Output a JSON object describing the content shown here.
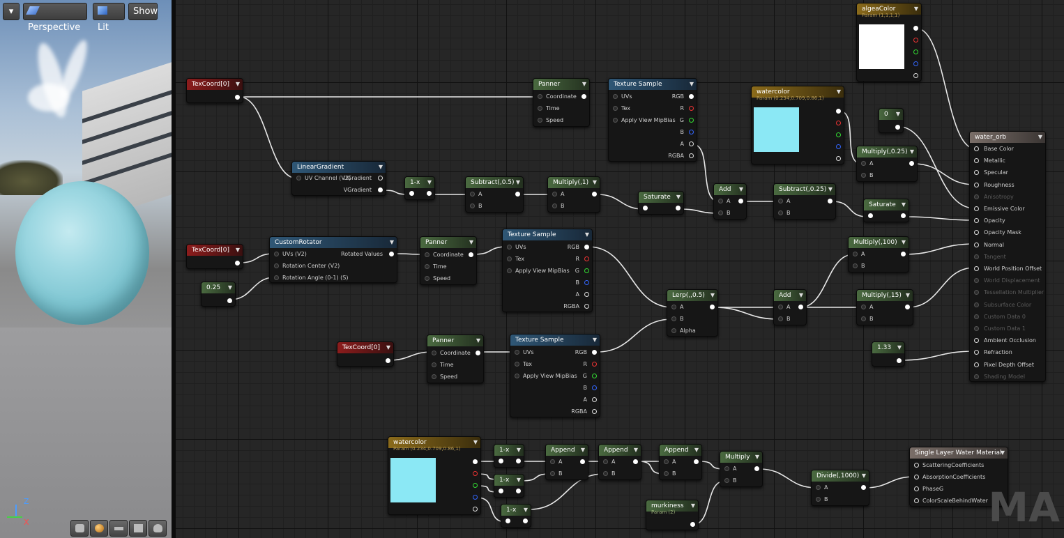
{
  "viewport": {
    "menu_icon": "chevron-down-icon",
    "perspective_label": "Perspective",
    "lit_label": "Lit",
    "show_label": "Show",
    "axis_z": "Z",
    "axis_x": "X",
    "preview_shapes": [
      "cylinder-icon",
      "sphere-icon",
      "plane-icon",
      "cube-icon",
      "teapot-icon"
    ],
    "sky_color": "#6d8fb8",
    "sphere_color": "#9ed8e2"
  },
  "graph": {
    "watermark": "MA",
    "nodes": {
      "texcoord1": {
        "title": "TexCoord[0]"
      },
      "texcoord2": {
        "title": "TexCoord[0]"
      },
      "texcoord3": {
        "title": "TexCoord[0]"
      },
      "const025": {
        "title": "0.25"
      },
      "const0": {
        "title": "0"
      },
      "const133": {
        "title": "1.33"
      },
      "linear_gradient": {
        "title": "LinearGradient",
        "in": [
          "UV Channel (V2)"
        ],
        "out": [
          "UGradient",
          "VGradient"
        ]
      },
      "custom_rotator": {
        "title": "CustomRotator",
        "in": [
          "UVs (V2)",
          "Rotation Center (V2)",
          "Rotation Angle (0-1) (S)"
        ],
        "out": [
          "Rotated Values"
        ]
      },
      "panner1": {
        "title": "Panner",
        "in": [
          "Coordinate",
          "Time",
          "Speed"
        ]
      },
      "panner2": {
        "title": "Panner",
        "in": [
          "Coordinate",
          "Time",
          "Speed"
        ]
      },
      "panner3": {
        "title": "Panner",
        "in": [
          "Coordinate",
          "Time",
          "Speed"
        ]
      },
      "texsample1": {
        "title": "Texture Sample",
        "in": [
          "UVs",
          "Tex",
          "Apply View MipBias"
        ],
        "out": [
          "RGB",
          "R",
          "G",
          "B",
          "A",
          "RGBA"
        ]
      },
      "texsample2": {
        "title": "Texture Sample",
        "in": [
          "UVs",
          "Tex",
          "Apply View MipBias"
        ],
        "out": [
          "RGB",
          "R",
          "G",
          "B",
          "A",
          "RGBA"
        ]
      },
      "texsample3": {
        "title": "Texture Sample",
        "in": [
          "UVs",
          "Tex",
          "Apply View MipBias"
        ],
        "out": [
          "RGB",
          "R",
          "G",
          "B",
          "A",
          "RGBA"
        ]
      },
      "one_minus1": {
        "title": "1-x"
      },
      "subtract05": {
        "title": "Subtract(,0.5)",
        "in": [
          "A",
          "B"
        ]
      },
      "multiply1": {
        "title": "Multiply(,1)",
        "in": [
          "A",
          "B"
        ]
      },
      "saturate1": {
        "title": "Saturate"
      },
      "add1": {
        "title": "Add",
        "in": [
          "A",
          "B"
        ]
      },
      "subtract025": {
        "title": "Subtract(,0.25)",
        "in": [
          "A",
          "B"
        ]
      },
      "saturate2": {
        "title": "Saturate"
      },
      "multiply025": {
        "title": "Multiply(,0.25)",
        "in": [
          "A",
          "B"
        ]
      },
      "multiply100": {
        "title": "Multiply(,100)",
        "in": [
          "A",
          "B"
        ]
      },
      "lerp": {
        "title": "Lerp(,,0.5)",
        "in": [
          "A",
          "B",
          "Alpha"
        ]
      },
      "add2": {
        "title": "Add",
        "in": [
          "A",
          "B"
        ]
      },
      "multiply15": {
        "title": "Multiply(,15)",
        "in": [
          "A",
          "B"
        ]
      },
      "watercolor1": {
        "title": "watercolor",
        "sub": "Param (0.234,0.709,0.86,1)",
        "swatch": "#8be8f5"
      },
      "watercolor2": {
        "title": "watercolor",
        "sub": "Param (0.234,0.709,0.86,1)",
        "swatch": "#8be8f5"
      },
      "algea_color": {
        "title": "algeaColor",
        "sub": "Param (1,1,1,1)",
        "swatch": "#ffffff"
      },
      "water_orb": {
        "title": "water_orb",
        "pins": [
          {
            "label": "Base Color",
            "active": true
          },
          {
            "label": "Metallic",
            "active": true
          },
          {
            "label": "Specular",
            "active": true
          },
          {
            "label": "Roughness",
            "active": true
          },
          {
            "label": "Anisotropy",
            "active": false
          },
          {
            "label": "Emissive Color",
            "active": true
          },
          {
            "label": "Opacity",
            "active": true
          },
          {
            "label": "Opacity Mask",
            "active": true
          },
          {
            "label": "Normal",
            "active": true
          },
          {
            "label": "Tangent",
            "active": false
          },
          {
            "label": "World Position Offset",
            "active": true
          },
          {
            "label": "World Displacement",
            "active": false
          },
          {
            "label": "Tessellation Multiplier",
            "active": false
          },
          {
            "label": "Subsurface Color",
            "active": false
          },
          {
            "label": "Custom Data 0",
            "active": false
          },
          {
            "label": "Custom Data 1",
            "active": false
          },
          {
            "label": "Ambient Occlusion",
            "active": true
          },
          {
            "label": "Refraction",
            "active": true
          },
          {
            "label": "Pixel Depth Offset",
            "active": true
          },
          {
            "label": "Shading Model",
            "active": false
          }
        ]
      },
      "one_minus2": {
        "title": "1-x"
      },
      "one_minus3": {
        "title": "1-x"
      },
      "one_minus4": {
        "title": "1-x"
      },
      "append1": {
        "title": "Append",
        "in": [
          "A",
          "B"
        ]
      },
      "append2": {
        "title": "Append",
        "in": [
          "A",
          "B"
        ]
      },
      "append3": {
        "title": "Append",
        "in": [
          "A",
          "B"
        ]
      },
      "multiply_b": {
        "title": "Multiply",
        "in": [
          "A",
          "B"
        ]
      },
      "divide": {
        "title": "Divide(,1000)",
        "in": [
          "A",
          "B"
        ]
      },
      "murkiness": {
        "title": "murkiness",
        "sub": "Param (2)"
      },
      "single_layer_water": {
        "title": "Single Layer Water Material",
        "in": [
          "ScatteringCoefficients",
          "AbsorptionCoefficients",
          "PhaseG",
          "ColorScaleBehindWater"
        ]
      }
    }
  }
}
